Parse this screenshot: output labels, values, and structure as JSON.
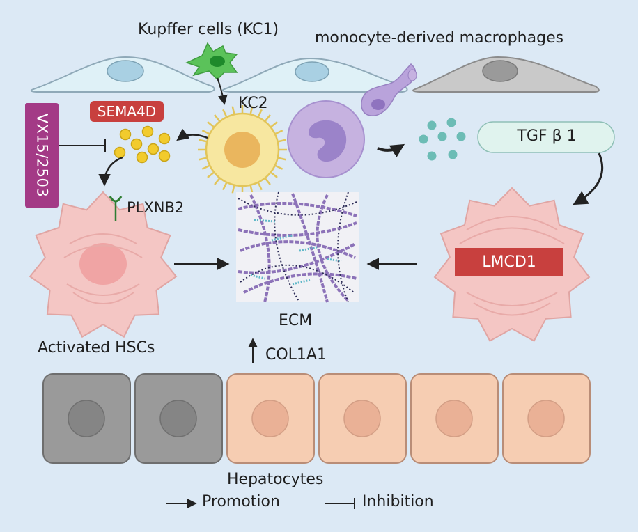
{
  "labels": {
    "kupffer": "Kupffer cells (KC1)",
    "monocyte": "monocyte-derived macrophages",
    "kc2": "KC2",
    "sema4d": "SEMA4D",
    "vx": "VX15/2503",
    "tgf": "TGF β 1",
    "plxnb2": "PLXNB2",
    "lmcd1": "LMCD1",
    "ecm": "ECM",
    "activated_hscs": "Activated HSCs",
    "col1a1": "COL1A1",
    "hepatocytes": "Hepatocytes",
    "promotion": "Promotion",
    "inhibition": "Inhibition"
  },
  "colors": {
    "background": "#dce9f5",
    "sema4d_badge": "#c8403e",
    "lmcd1_badge": "#c8403e",
    "vx_badge": "#a33a86",
    "tgf_pill": "#e0f3ee",
    "hsc_body": "#f4c6c4",
    "kupffer_cell": "#5bc25a",
    "kc2_cell": "#f7e7a0",
    "macrophage": "#c6b2e0",
    "hepatocyte_active": "#f6cdb2",
    "hepatocyte_inactive": "#9a9a9a",
    "ecm_fiber": "#8c72b8",
    "tgf_dots": "#6cbcb5",
    "sema4d_dots": "#f2cb2d"
  }
}
